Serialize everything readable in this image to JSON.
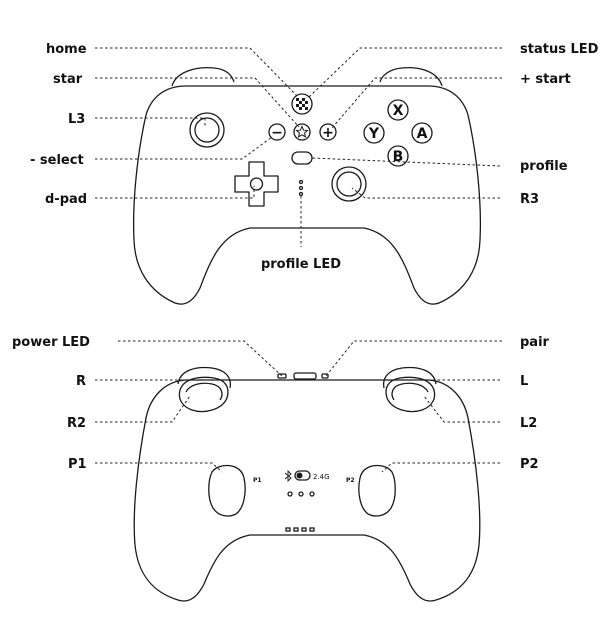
{
  "front": {
    "labels": {
      "home": "home",
      "star": "star",
      "l3": "L3",
      "select": "- select",
      "dpad": "d-pad",
      "status_led": "status LED",
      "start": "+ start",
      "profile": "profile",
      "r3": "R3",
      "profile_led": "profile LED"
    },
    "face_buttons": {
      "x": "X",
      "y": "Y",
      "a": "A",
      "b": "B"
    },
    "minus_glyph": "−",
    "plus_glyph": "+"
  },
  "back": {
    "labels": {
      "power_led": "power LED",
      "r": "R",
      "r2": "R2",
      "p1": "P1",
      "pair": "pair",
      "l": "L",
      "l2": "L2",
      "p2": "P2"
    },
    "paddle_marks": {
      "p1": "P1",
      "p2": "P2"
    },
    "switch_text": "2.4G"
  }
}
